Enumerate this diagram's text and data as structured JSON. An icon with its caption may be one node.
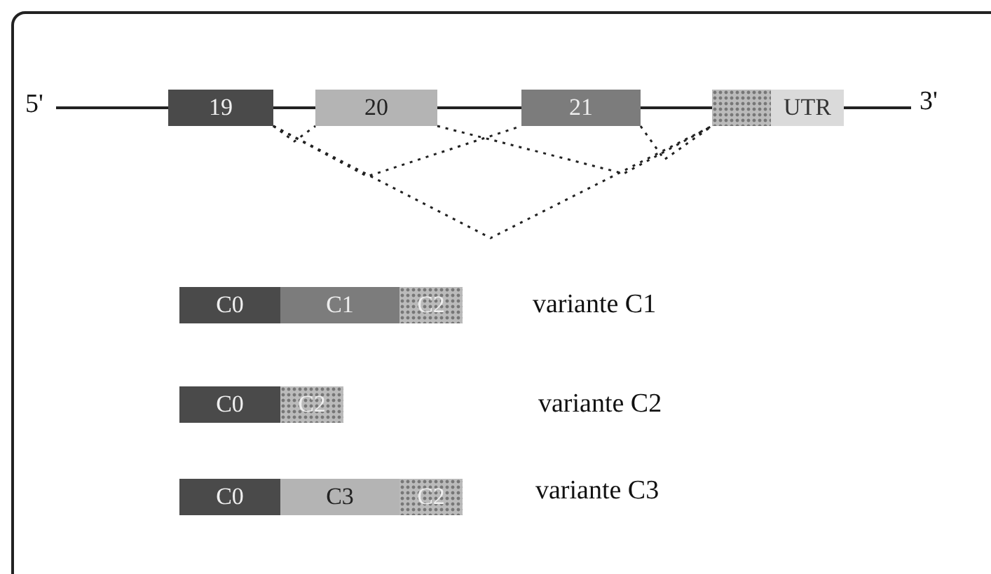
{
  "diagram": {
    "nodes": [
      {
        "text": [
          "19"
        ]
      },
      {
        "text": [
          "20"
        ]
      },
      {
        "text": [
          "21"
        ]
      },
      {
        "text": [],
        "shape": "box"
      },
      {
        "text": [
          "UTR"
        ]
      },
      {
        "text": [
          "C0"
        ]
      },
      {
        "text": [
          "C1"
        ]
      },
      {
        "text": [
          "C2"
        ]
      },
      {
        "text": [
          "C0"
        ]
      },
      {
        "text": [
          "C2"
        ]
      },
      {
        "text": [
          "C0"
        ]
      },
      {
        "text": [
          "C3"
        ]
      },
      {
        "text": [
          "C2"
        ]
      }
    ],
    "edges": [
      {
        "from": 0,
        "to": 1,
        "arrow": "none",
        "style": "dashed"
      },
      {
        "from": 0,
        "to": 2,
        "arrow": "none",
        "style": "dashed"
      },
      {
        "from": 0,
        "to": 3,
        "arrow": "none",
        "style": "dashed"
      },
      {
        "from": 1,
        "to": 3,
        "arrow": "none",
        "style": "dashed"
      },
      {
        "from": 2,
        "to": 3,
        "arrow": "none",
        "style": "dashed"
      },
      {
        "from": 0,
        "to": 1,
        "arrow": "none"
      },
      {
        "from": 1,
        "to": 2,
        "arrow": "none"
      },
      {
        "from": 2,
        "to": 3,
        "arrow": "none"
      }
    ],
    "labels": [
      "5'",
      "3'",
      "variante C1",
      "variante C2",
      "variante C3"
    ]
  }
}
